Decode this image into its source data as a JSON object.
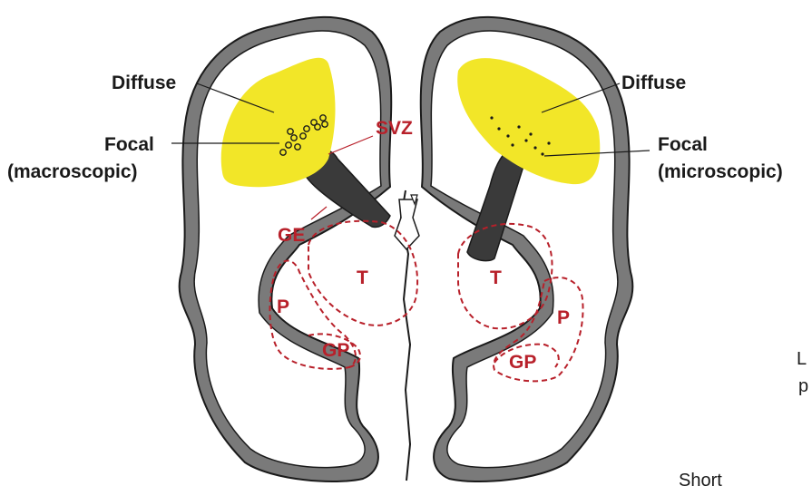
{
  "colors": {
    "cortex": "#7a7a7a",
    "outline": "#1a1a1a",
    "lesion": "#f2e628",
    "ventricle_dark": "#3a3a3a",
    "nucleus": "#b8202a"
  },
  "labels": {
    "left": {
      "diffuse": "Diffuse",
      "focal_title": "Focal",
      "focal_detail": "(macroscopic)"
    },
    "right": {
      "diffuse": "Diffuse",
      "focal_title": "Focal",
      "focal_detail": "(microscopic)"
    },
    "svz": "SVZ",
    "ge": "GE",
    "thalamus_left": "T",
    "thalamus_right": "T",
    "putamen_left": "P",
    "putamen_right": "P",
    "globus_pallidus_left": "GP",
    "globus_pallidus_right": "GP"
  },
  "cropped_text": {
    "l_fragment": "L",
    "p_fragment": "p",
    "bottom_fragment": "Short"
  }
}
